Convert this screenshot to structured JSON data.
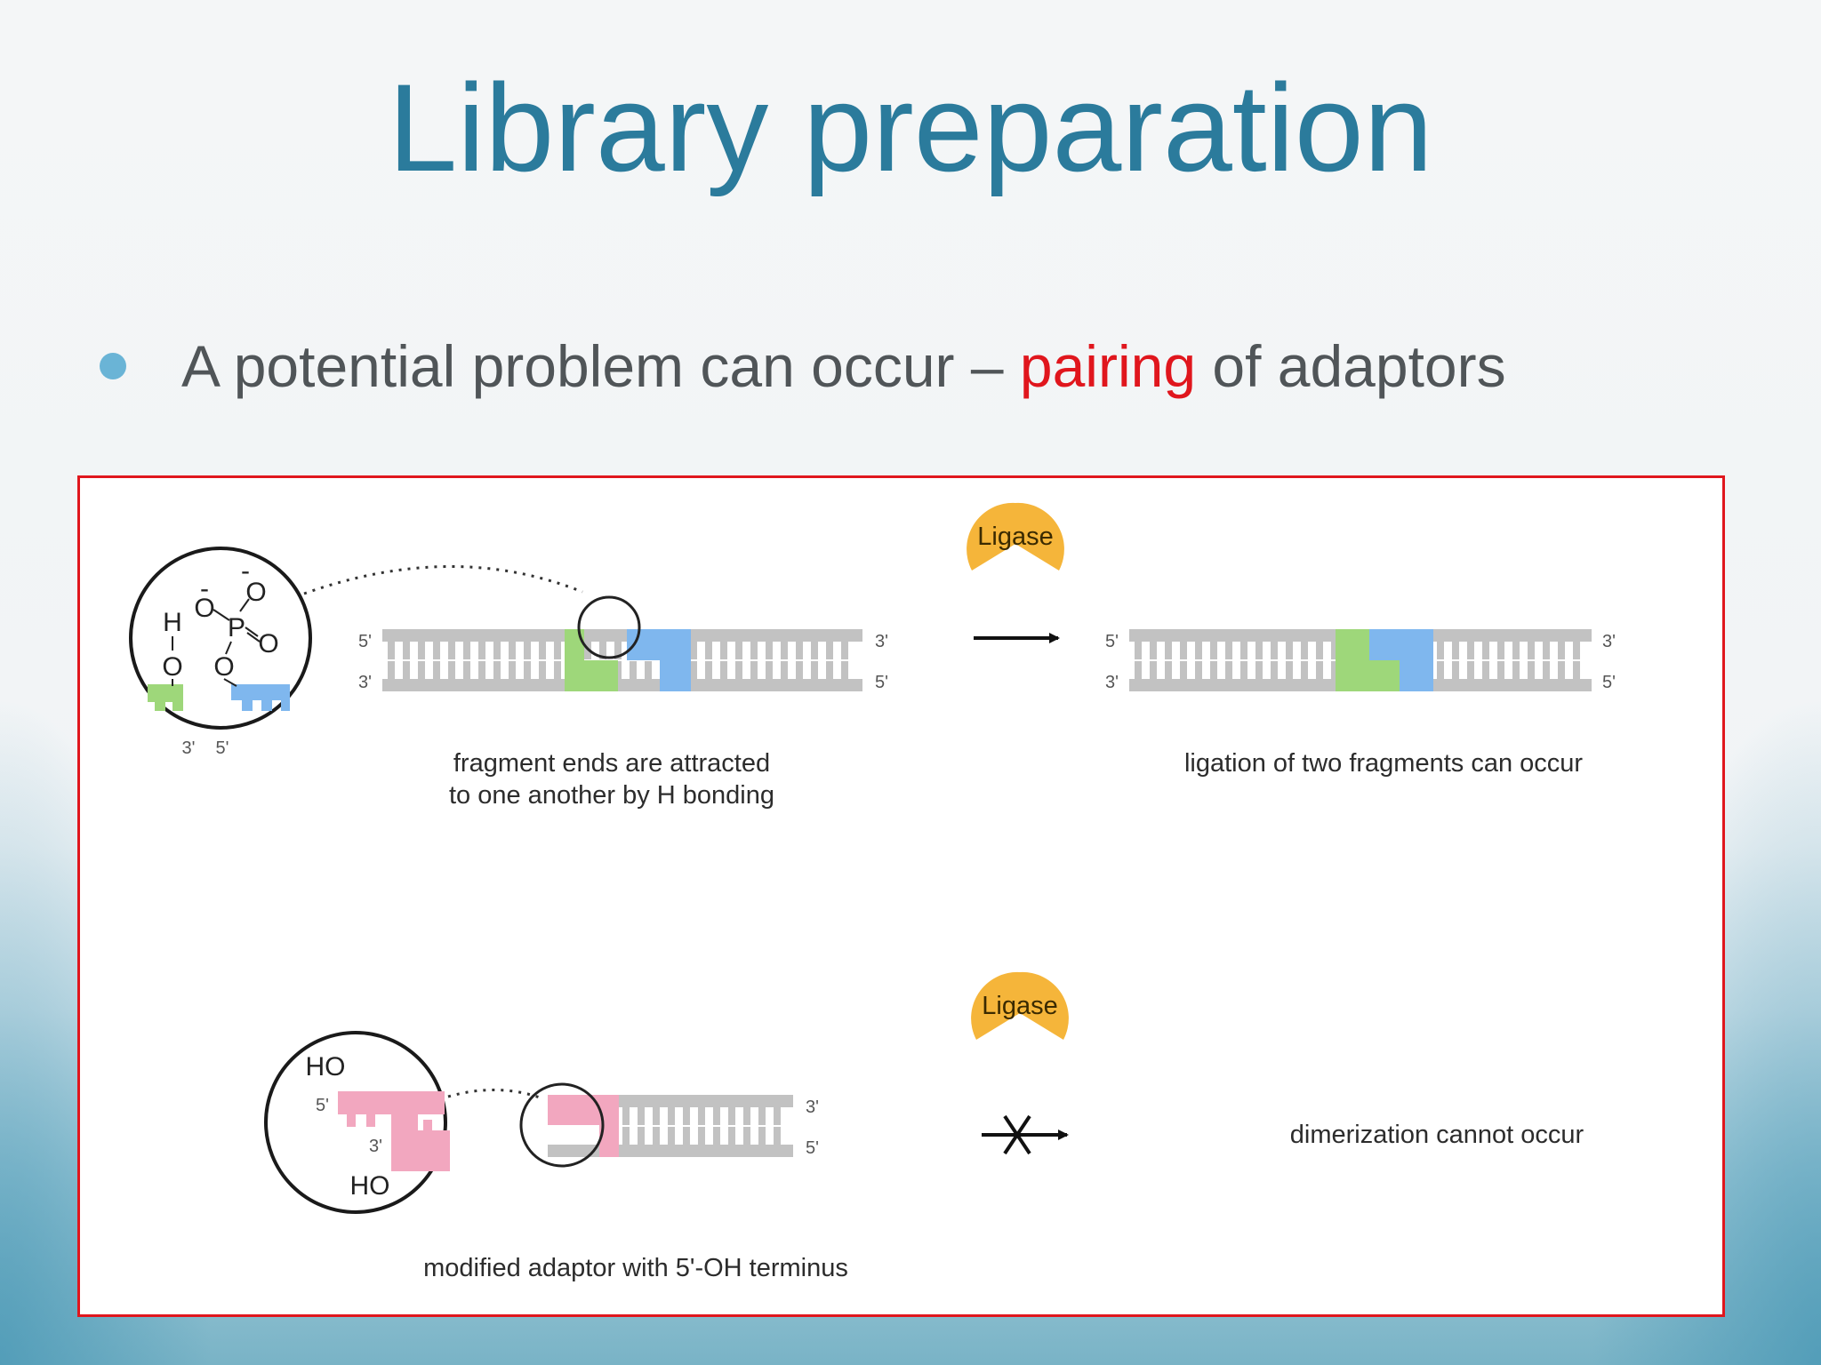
{
  "slide": {
    "title": "Library preparation",
    "bullet": {
      "prefix": "A potential problem can occur – ",
      "highlight": "pairing",
      "suffix": " of adaptors",
      "highlight_color": "#e0161d"
    }
  },
  "figure": {
    "top": {
      "caption_line1": "fragment ends are attracted",
      "caption_line2": "to one another by H bonding",
      "result_caption": "ligation of two fragments can occur",
      "enzyme": "Ligase",
      "zoom_labels": {
        "h": "H",
        "o": "O",
        "p": "P",
        "minus": "-",
        "end3": "3'",
        "end5": "5'"
      },
      "strand_ends": {
        "five": "5'",
        "three": "3'"
      }
    },
    "bottom": {
      "caption": "modified adaptor with 5'-OH terminus",
      "result_caption": "dimerization cannot occur",
      "enzyme": "Ligase",
      "zoom_labels": {
        "ho_top": "HO",
        "ho_bottom": "HO",
        "end5": "5'",
        "end3": "3'"
      },
      "strand_ends": {
        "three": "3'",
        "five": "5'"
      }
    },
    "colors": {
      "dna_gray": "#c2c2c2",
      "adaptor_green": "#9ed77a",
      "adaptor_blue": "#7fb7ee",
      "adaptor_pink": "#f2a7bf",
      "enzyme": "#f5b53a",
      "frame": "#e0161d"
    }
  }
}
